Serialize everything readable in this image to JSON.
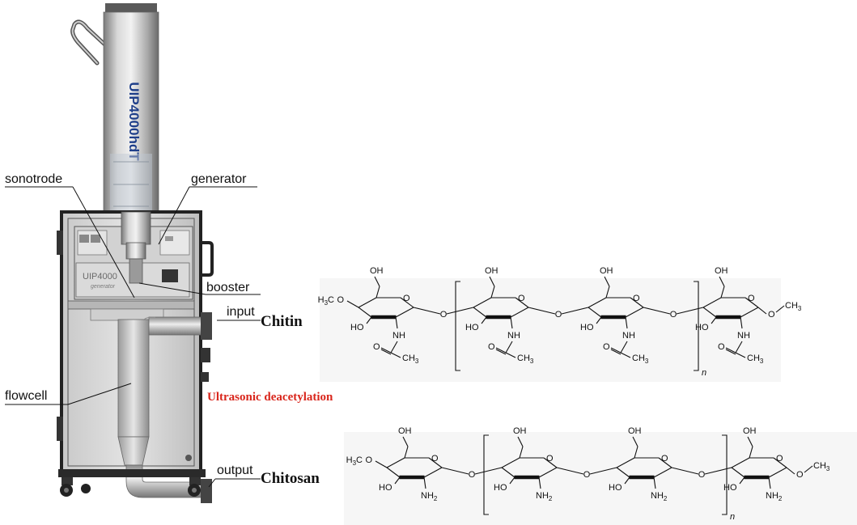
{
  "device": {
    "model_label": "UIP4000hdT",
    "generator_plate": "UIP4000",
    "generator_subtext": "generator"
  },
  "callouts": {
    "sonotrode": "sonotrode",
    "generator": "generator",
    "booster": "booster",
    "input": "input",
    "flowcell": "flowcell",
    "output": "output"
  },
  "products": {
    "chitin": "Chitin",
    "chitosan": "Chitosan"
  },
  "process": {
    "label": "Ultrasonic deacetylation",
    "color": "#d9261c"
  },
  "chitin_structure": {
    "end_left": "H3C",
    "o_linker": "O",
    "oh": "OH",
    "ho": "HO",
    "nh": "NH",
    "ch3": "CH3",
    "repeat_n": "n"
  },
  "chitosan_structure": {
    "end_left": "H3C",
    "o_linker": "O",
    "oh": "OH",
    "ho": "HO",
    "nh2": "NH2",
    "ch3": "CH3",
    "repeat_n": "n"
  }
}
